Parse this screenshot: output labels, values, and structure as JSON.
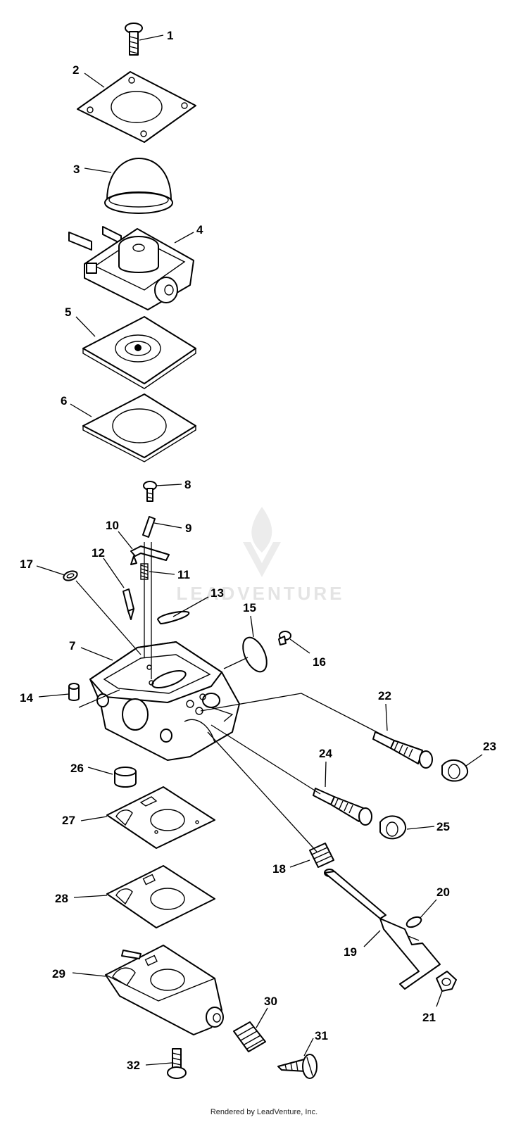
{
  "diagram": {
    "callouts": [
      "1",
      "2",
      "3",
      "4",
      "5",
      "6",
      "7",
      "8",
      "9",
      "10",
      "11",
      "12",
      "13",
      "14",
      "15",
      "16",
      "17",
      "18",
      "19",
      "20",
      "21",
      "22",
      "23",
      "24",
      "25",
      "26",
      "27",
      "28",
      "29",
      "30",
      "31",
      "32"
    ]
  },
  "watermark": {
    "text": "LEADVENTURE"
  },
  "footer": {
    "text": "Rendered by LeadVenture, Inc."
  }
}
